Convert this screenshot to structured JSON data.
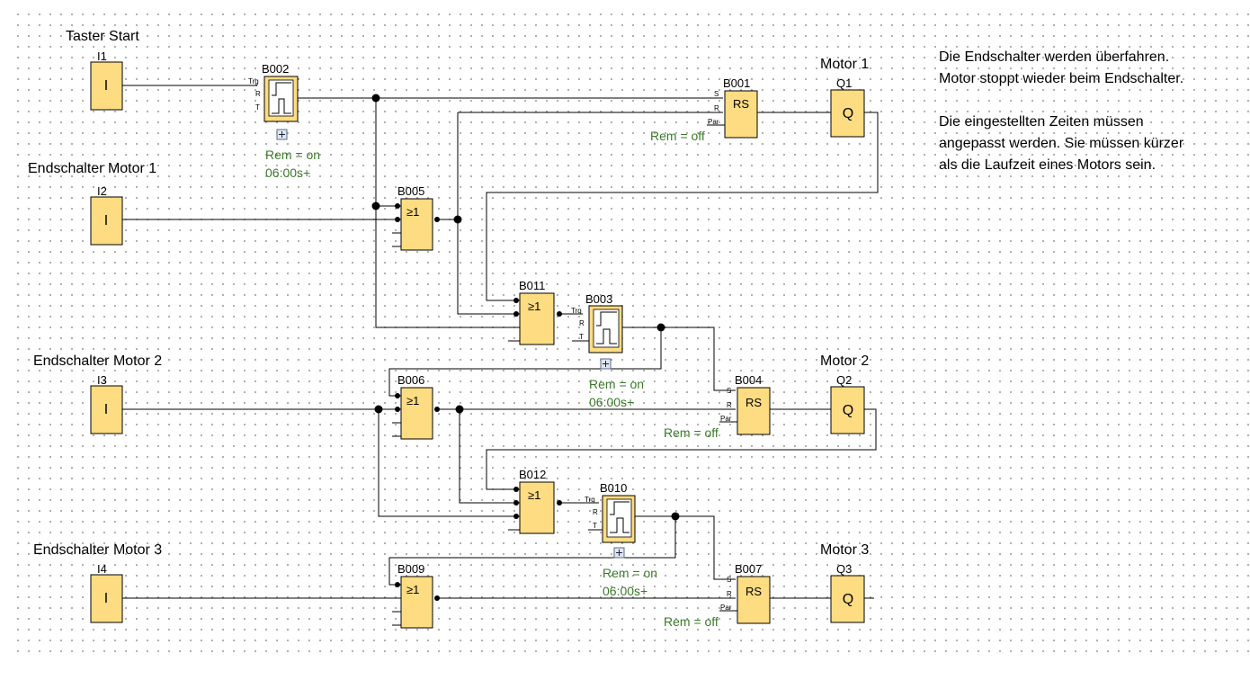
{
  "labels": {
    "taster_start": "Taster Start",
    "endschalter_1": "Endschalter Motor 1",
    "endschalter_2": "Endschalter Motor 2",
    "endschalter_3": "Endschalter Motor 3",
    "motor_1": "Motor 1",
    "motor_2": "Motor 2",
    "motor_3": "Motor 3"
  },
  "inputs": [
    {
      "id": "I1",
      "glyph": "I"
    },
    {
      "id": "I2",
      "glyph": "I"
    },
    {
      "id": "I3",
      "glyph": "I"
    },
    {
      "id": "I4",
      "glyph": "I"
    }
  ],
  "outputs": [
    {
      "id": "Q1",
      "glyph": "Q"
    },
    {
      "id": "Q2",
      "glyph": "Q"
    },
    {
      "id": "Q3",
      "glyph": "Q"
    }
  ],
  "or_blocks": [
    {
      "id": "B005",
      "glyph": "≥1"
    },
    {
      "id": "B006",
      "glyph": "≥1"
    },
    {
      "id": "B009",
      "glyph": "≥1"
    },
    {
      "id": "B011",
      "glyph": "≥1"
    },
    {
      "id": "B012",
      "glyph": "≥1"
    }
  ],
  "rs_blocks": [
    {
      "id": "B001",
      "glyph": "RS",
      "rem": "Rem = off"
    },
    {
      "id": "B004",
      "glyph": "RS",
      "rem": "Rem = off"
    },
    {
      "id": "B007",
      "glyph": "RS",
      "rem": "Rem = off"
    }
  ],
  "timer_blocks": [
    {
      "id": "B002",
      "rem": "Rem = on",
      "time": "06:00s+"
    },
    {
      "id": "B003",
      "rem": "Rem = on",
      "time": "06:00s+"
    },
    {
      "id": "B010",
      "rem": "Rem = on",
      "time": "06:00s+"
    }
  ],
  "pins": {
    "trg": "Trg",
    "r": "R",
    "t": "T",
    "s": "S",
    "par": "Par"
  },
  "icons": {
    "expand": "plus-box-icon",
    "timer": "pulse-timer-icon"
  },
  "colors": {
    "block_fill": "#fddc82",
    "param_text": "#3b7a2a",
    "grid_dot": "#9a9a9a"
  },
  "note": {
    "line1": "Die Endschalter werden überfahren.",
    "line2": "Motor stoppt wieder beim Endschalter.",
    "line3": "Die eingestellten Zeiten müssen",
    "line4": "angepasst werden. Sie müssen kürzer",
    "line5": "als die Laufzeit eines Motors sein."
  }
}
